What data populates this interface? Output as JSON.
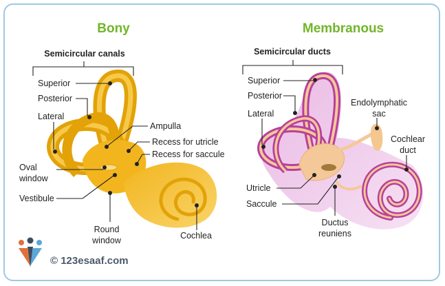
{
  "panels": {
    "bony": {
      "title": "Bony",
      "header": "Semicircular canals",
      "labels": {
        "superior": "Superior",
        "posterior": "Posterior",
        "lateral": "Lateral",
        "oval_window_1": "Oval",
        "oval_window_2": "window",
        "vestibule": "Vestibule",
        "round_window_1": "Round",
        "round_window_2": "window",
        "ampulla": "Ampulla",
        "recess_utricle": "Recess for utricle",
        "recess_saccule": "Recess for saccule",
        "cochlea": "Cochlea"
      }
    },
    "membranous": {
      "title": "Membranous",
      "header": "Semicircular ducts",
      "labels": {
        "superior": "Superior",
        "posterior": "Posterior",
        "lateral": "Lateral",
        "endolymphatic_1": "Endolymphatic",
        "endolymphatic_2": "sac",
        "cochlear_duct_1": "Cochlear",
        "cochlear_duct_2": "duct",
        "utricle": "Utricle",
        "saccule": "Saccule",
        "ductus_1": "Ductus",
        "ductus_2": "reuniens"
      }
    }
  },
  "footer": {
    "copyright": "© 123esaaf.com"
  },
  "colors": {
    "title_green": "#72b52a",
    "bone_dark": "#e2a208",
    "bone_light": "#f7c94a",
    "membrane_outer": "#b8409a",
    "membrane_inner": "#f5c89a",
    "membrane_bg": "#e7b6e1",
    "frame": "#9ec9e3"
  }
}
